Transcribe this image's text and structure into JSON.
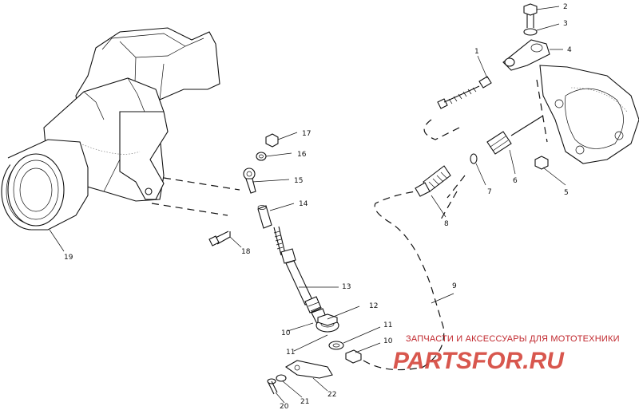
{
  "diagram": {
    "callouts": [
      "1",
      "2",
      "3",
      "4",
      "5",
      "6",
      "7",
      "8",
      "9",
      "10",
      "11",
      "12",
      "13",
      "14",
      "15",
      "16",
      "17",
      "18",
      "19",
      "20",
      "21",
      "22"
    ],
    "duplicate_labels": {
      "label_8_lower": "8",
      "label_11_right": "11",
      "label_10_right": "10",
      "label_11_left": "11",
      "label_12": "12",
      "label_13_lower": "13",
      "label_16_upper": "16",
      "label_10_left": "10"
    }
  },
  "watermark": {
    "tagline": "ЗАПЧАСТИ И АКСЕССУАРЫ ДЛЯ МОТОТЕХНИКИ",
    "brand": "PARTSFOR.RU"
  }
}
